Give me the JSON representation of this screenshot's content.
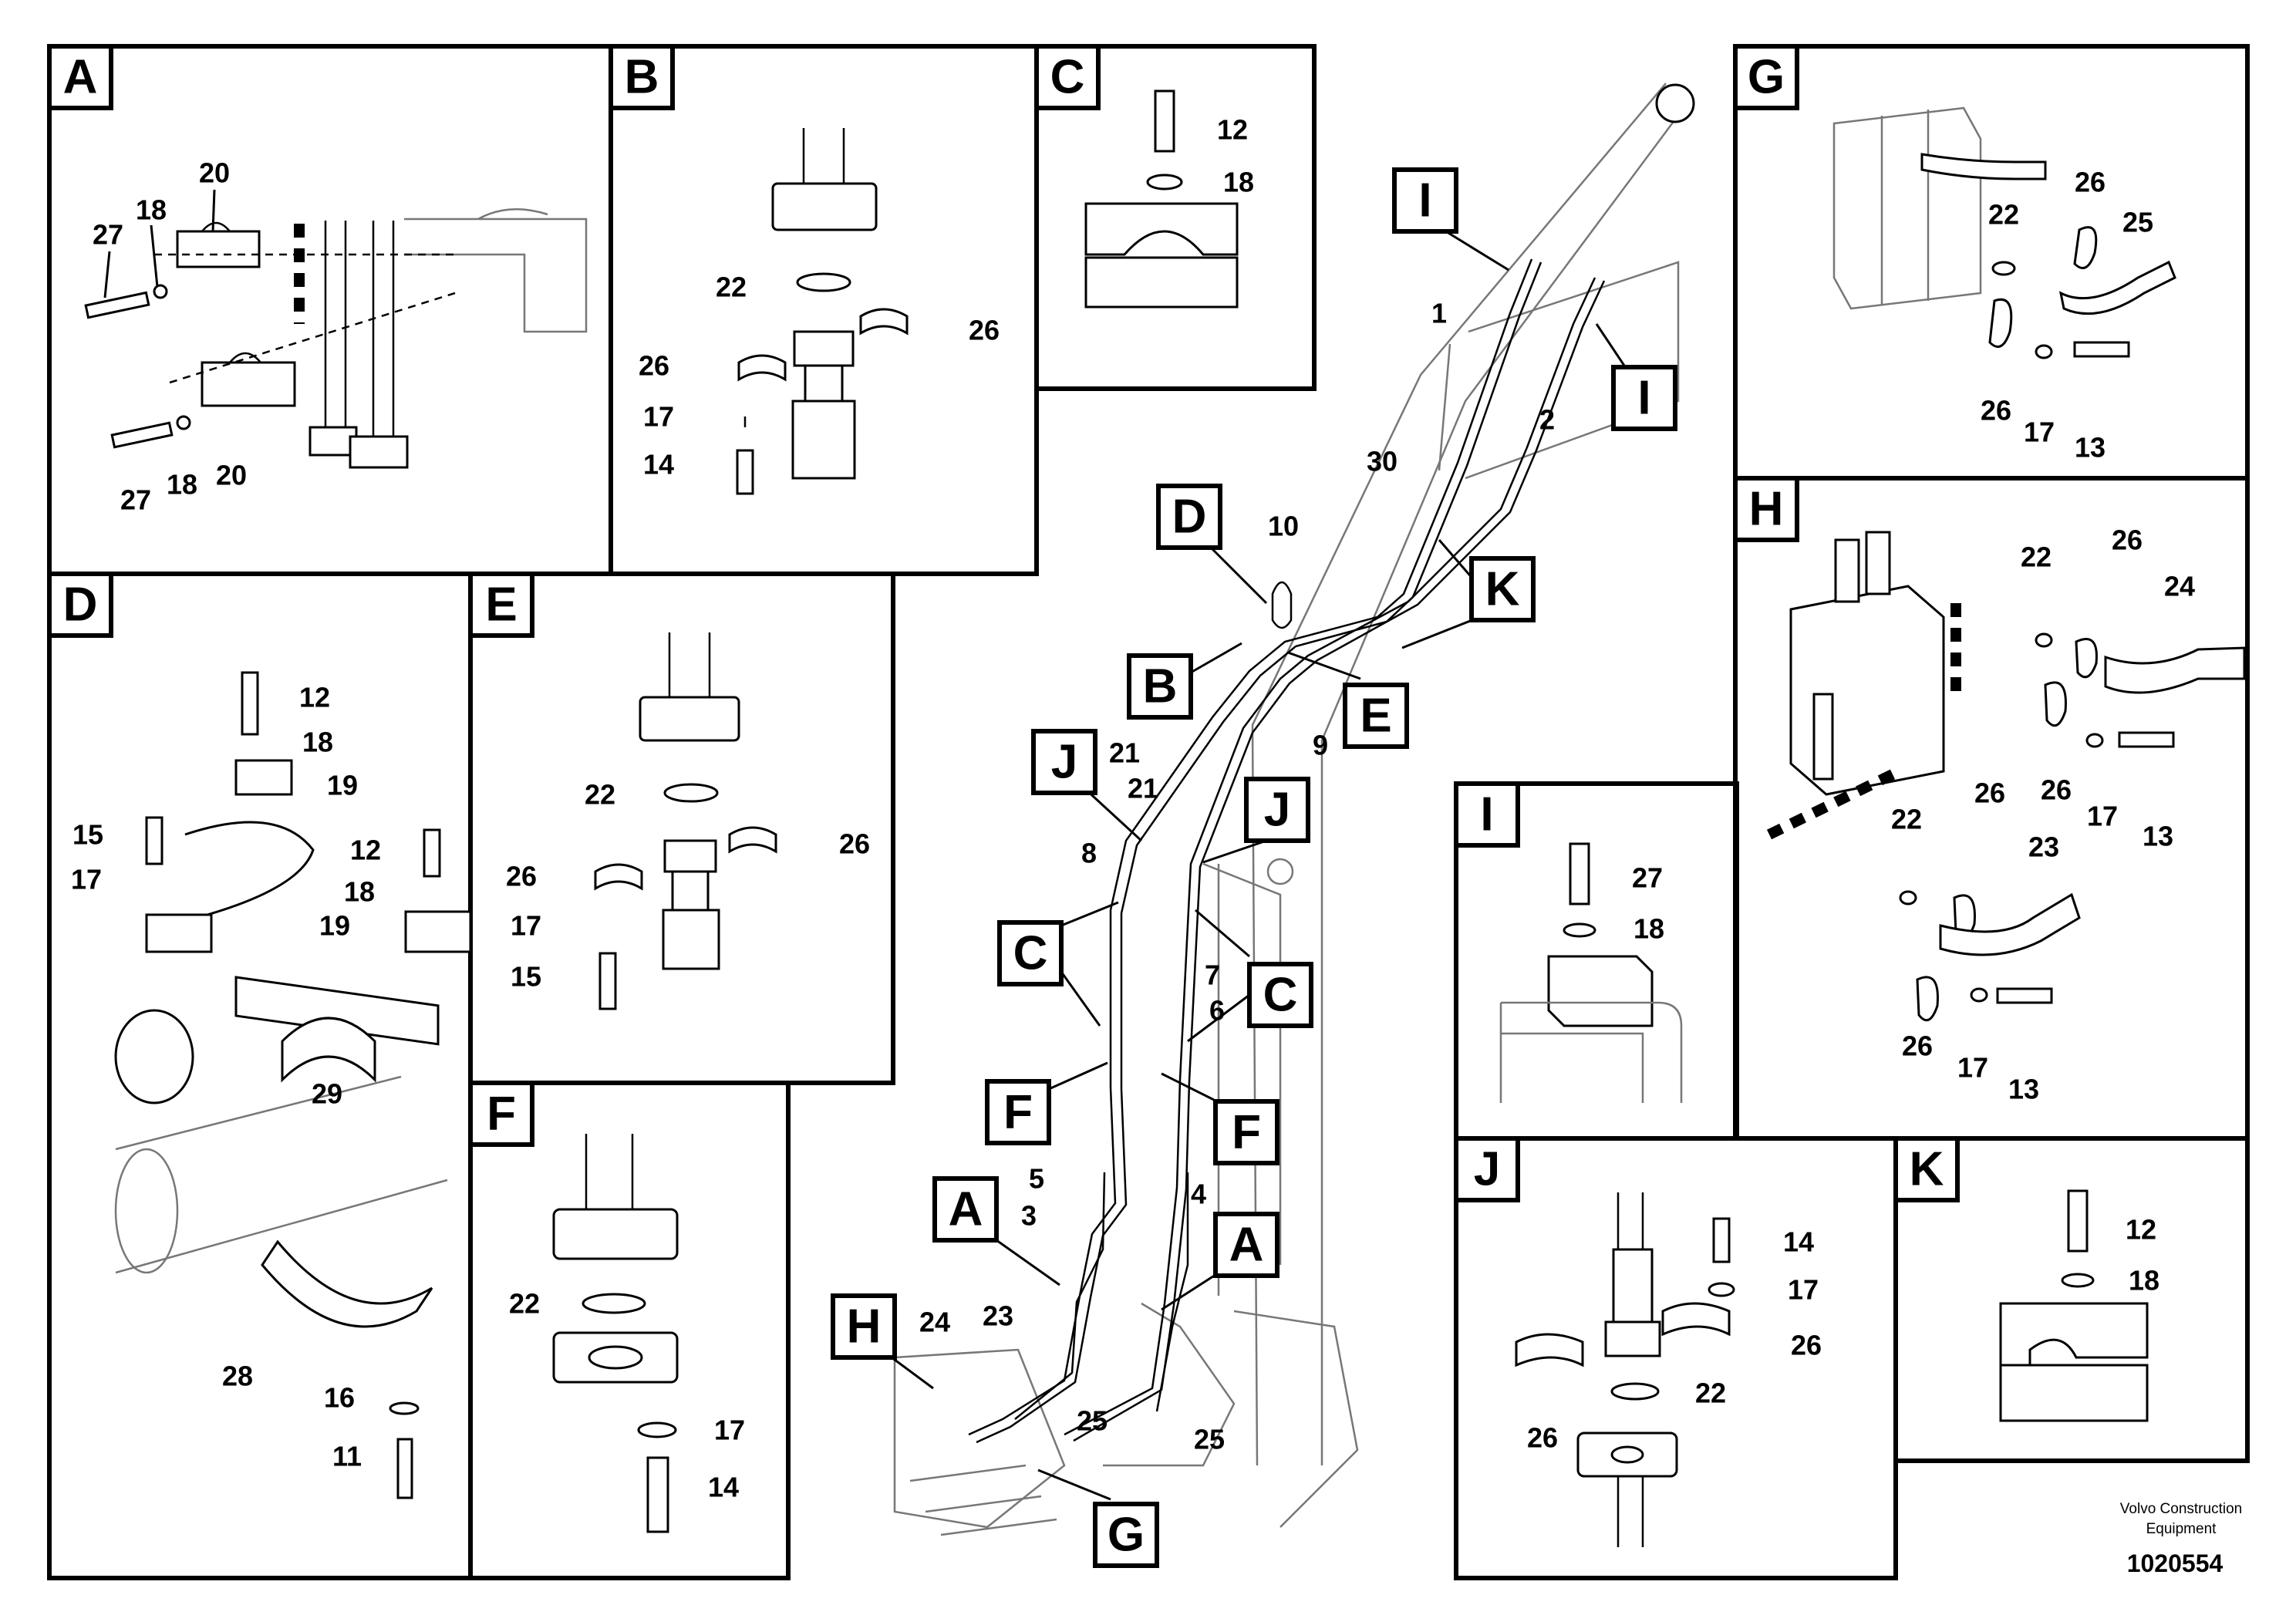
{
  "diagram": {
    "panels": [
      {
        "id": "A",
        "label": "A",
        "callouts": [
          "20",
          "18",
          "27",
          "27",
          "18",
          "20"
        ]
      },
      {
        "id": "B",
        "label": "B",
        "callouts": [
          "22",
          "26",
          "26",
          "17",
          "14"
        ]
      },
      {
        "id": "C",
        "label": "C",
        "callouts": [
          "12",
          "18"
        ]
      },
      {
        "id": "D",
        "label": "D",
        "callouts": [
          "12",
          "18",
          "19",
          "15",
          "17",
          "12",
          "18",
          "19",
          "29",
          "28",
          "16",
          "11"
        ]
      },
      {
        "id": "E",
        "label": "E",
        "callouts": [
          "22",
          "26",
          "26",
          "17",
          "15"
        ]
      },
      {
        "id": "F",
        "label": "F",
        "callouts": [
          "22",
          "17",
          "14"
        ]
      },
      {
        "id": "G",
        "label": "G",
        "callouts": [
          "26",
          "22",
          "25",
          "26",
          "17",
          "13"
        ]
      },
      {
        "id": "H",
        "label": "H",
        "callouts": [
          "26",
          "22",
          "24",
          "26",
          "17",
          "13",
          "22",
          "26",
          "23",
          "26",
          "17",
          "13"
        ]
      },
      {
        "id": "I",
        "label": "I",
        "callouts": [
          "27",
          "18"
        ]
      },
      {
        "id": "J",
        "label": "J",
        "callouts": [
          "14",
          "17",
          "26",
          "22",
          "26"
        ]
      },
      {
        "id": "K",
        "label": "K",
        "callouts": [
          "12",
          "18"
        ]
      }
    ],
    "main_view": {
      "view_labels": [
        "I",
        "I",
        "D",
        "K",
        "B",
        "E",
        "J",
        "J",
        "C",
        "C",
        "F",
        "F",
        "A",
        "A",
        "H",
        "G"
      ],
      "callouts": [
        "1",
        "2",
        "30",
        "10",
        "21",
        "21",
        "9",
        "8",
        "7",
        "6",
        "5",
        "3",
        "4",
        "24",
        "23",
        "25",
        "25"
      ]
    }
  },
  "footer": {
    "brand_line1": "Volvo Construction",
    "brand_line2": "Equipment",
    "drawing_number": "1020554"
  }
}
